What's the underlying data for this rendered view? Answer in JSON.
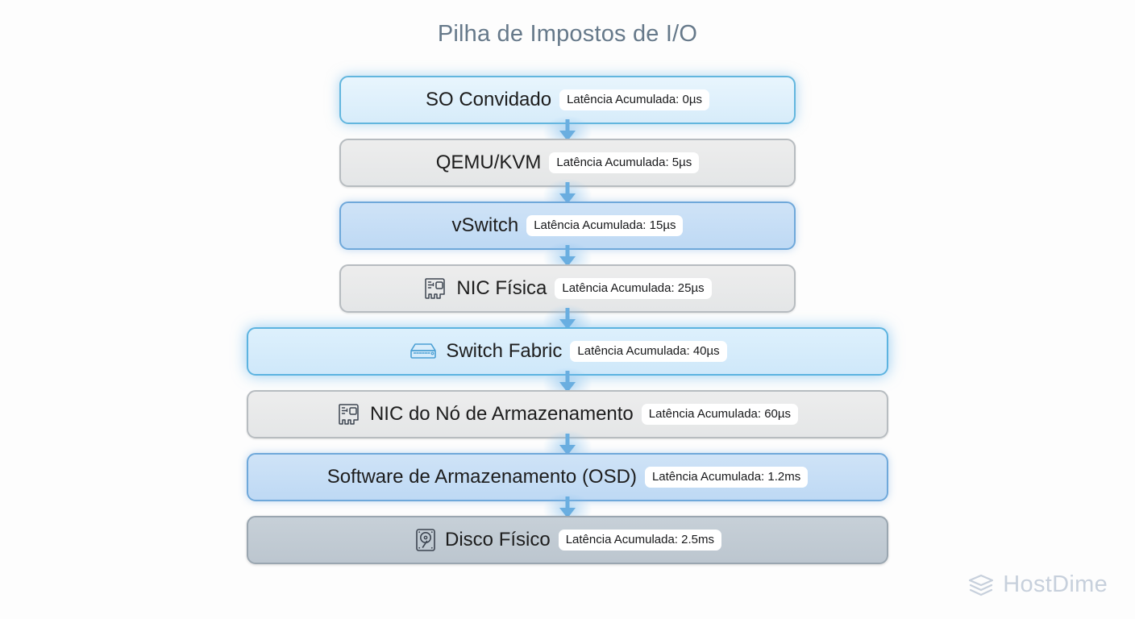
{
  "title": "Pilha de Impostos de I/O",
  "brand": {
    "name": "HostDime",
    "logo_icon": "stacked-layers-icon"
  },
  "badge_prefix": "Latência Acumulada:",
  "colors": {
    "title": "#66798a",
    "accent_blue": "#62b6de",
    "arrow": "#6aaee0",
    "gray_box": "#e8e9ea",
    "slate_box": "#c2ccd5",
    "brand": "#c7d0dc"
  },
  "layers": [
    {
      "label": "SO Convidado",
      "badge": "Latência Acumulada: 0µs",
      "latency_value": "0µs",
      "icon": null,
      "width": "narrow",
      "style": "lightblue",
      "connector": "line"
    },
    {
      "label": "QEMU/KVM",
      "badge": "Latência Acumulada: 5µs",
      "latency_value": "5µs",
      "icon": null,
      "width": "narrow",
      "style": "gray",
      "connector": "arrow"
    },
    {
      "label": "vSwitch",
      "badge": "Latência Acumulada: 15µs",
      "latency_value": "15µs",
      "icon": null,
      "width": "narrow",
      "style": "blue",
      "connector": "arrow"
    },
    {
      "label": "NIC Física",
      "badge": "Latência Acumulada: 25µs",
      "latency_value": "25µs",
      "icon": "network-card-icon",
      "width": "narrow",
      "style": "gray",
      "connector": "arrow"
    },
    {
      "label": "Switch Fabric",
      "badge": "Latência Acumulada: 40µs",
      "latency_value": "40µs",
      "icon": "network-switch-icon",
      "width": "wide",
      "style": "skyblue",
      "connector": "arrow"
    },
    {
      "label": "NIC do Nó de Armazenamento",
      "badge": "Latência Acumulada: 60µs",
      "latency_value": "60µs",
      "icon": "network-card-icon",
      "width": "wide",
      "style": "gray",
      "connector": "arrow"
    },
    {
      "label": "Software de Armazenamento (OSD)",
      "badge": "Latência Acumulada: 1.2ms",
      "latency_value": "1.2ms",
      "icon": null,
      "width": "wide",
      "style": "blue",
      "connector": "arrow"
    },
    {
      "label": "Disco Físico",
      "badge": "Latência Acumulada: 2.5ms",
      "latency_value": "2.5ms",
      "icon": "hard-disk-icon",
      "width": "wide",
      "style": "slate",
      "connector": "arrow"
    }
  ]
}
